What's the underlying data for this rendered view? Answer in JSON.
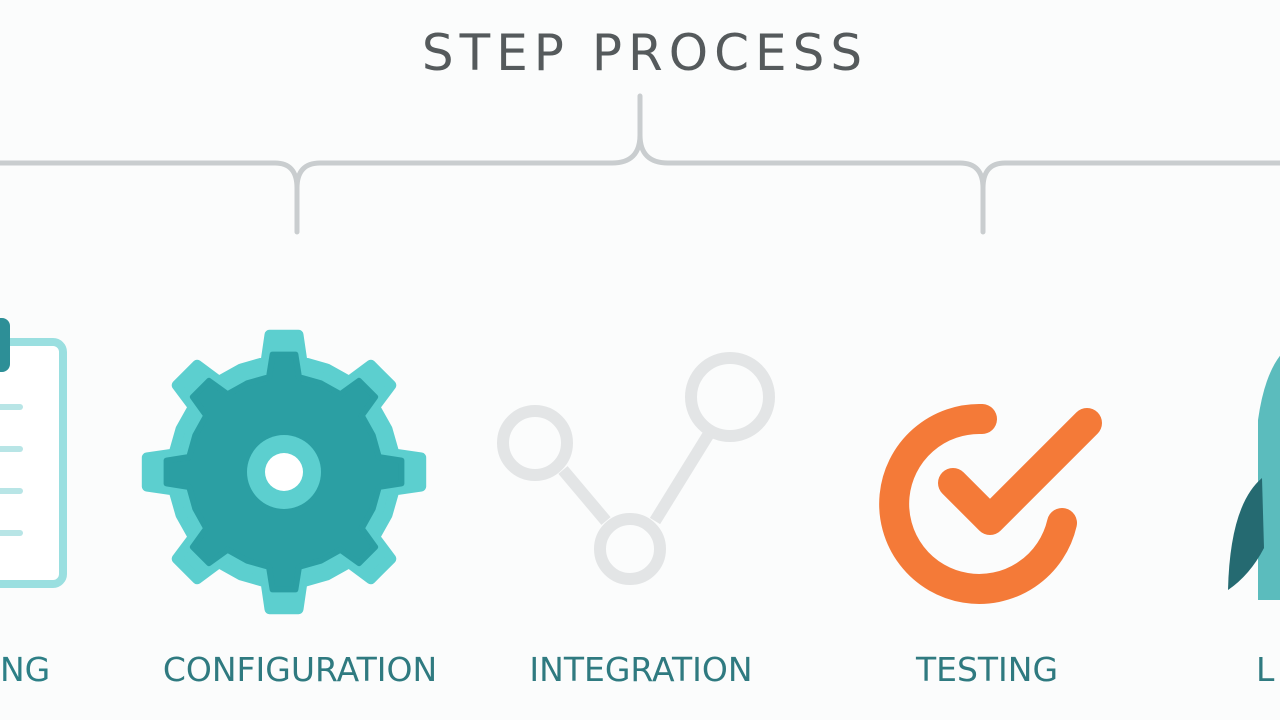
{
  "title": "STEP PROCESS",
  "steps": [
    {
      "label": "PLANNING",
      "visible_text": "NG",
      "icon": "clipboard-icon",
      "color": "#8fdcdc"
    },
    {
      "label": "CONFIGURATION",
      "icon": "gear-icon",
      "color": "#2b9fa3"
    },
    {
      "label": "INTEGRATION",
      "icon": "connected-nodes-icon",
      "color": "#e3e5e6"
    },
    {
      "label": "TESTING",
      "icon": "check-circle-icon",
      "color": "#f47a38"
    },
    {
      "label": "LAUNCH",
      "visible_text": "L",
      "icon": "rocket-icon",
      "color": "#2b9fa3"
    }
  ],
  "colors": {
    "bracket": "#c7cbcd",
    "title": "#555a5c",
    "label": "#2f7a80",
    "teal_dark": "#2b9fa3",
    "teal_light": "#5ccfcf",
    "orange": "#f47a38",
    "gray_node": "#e3e5e6"
  }
}
